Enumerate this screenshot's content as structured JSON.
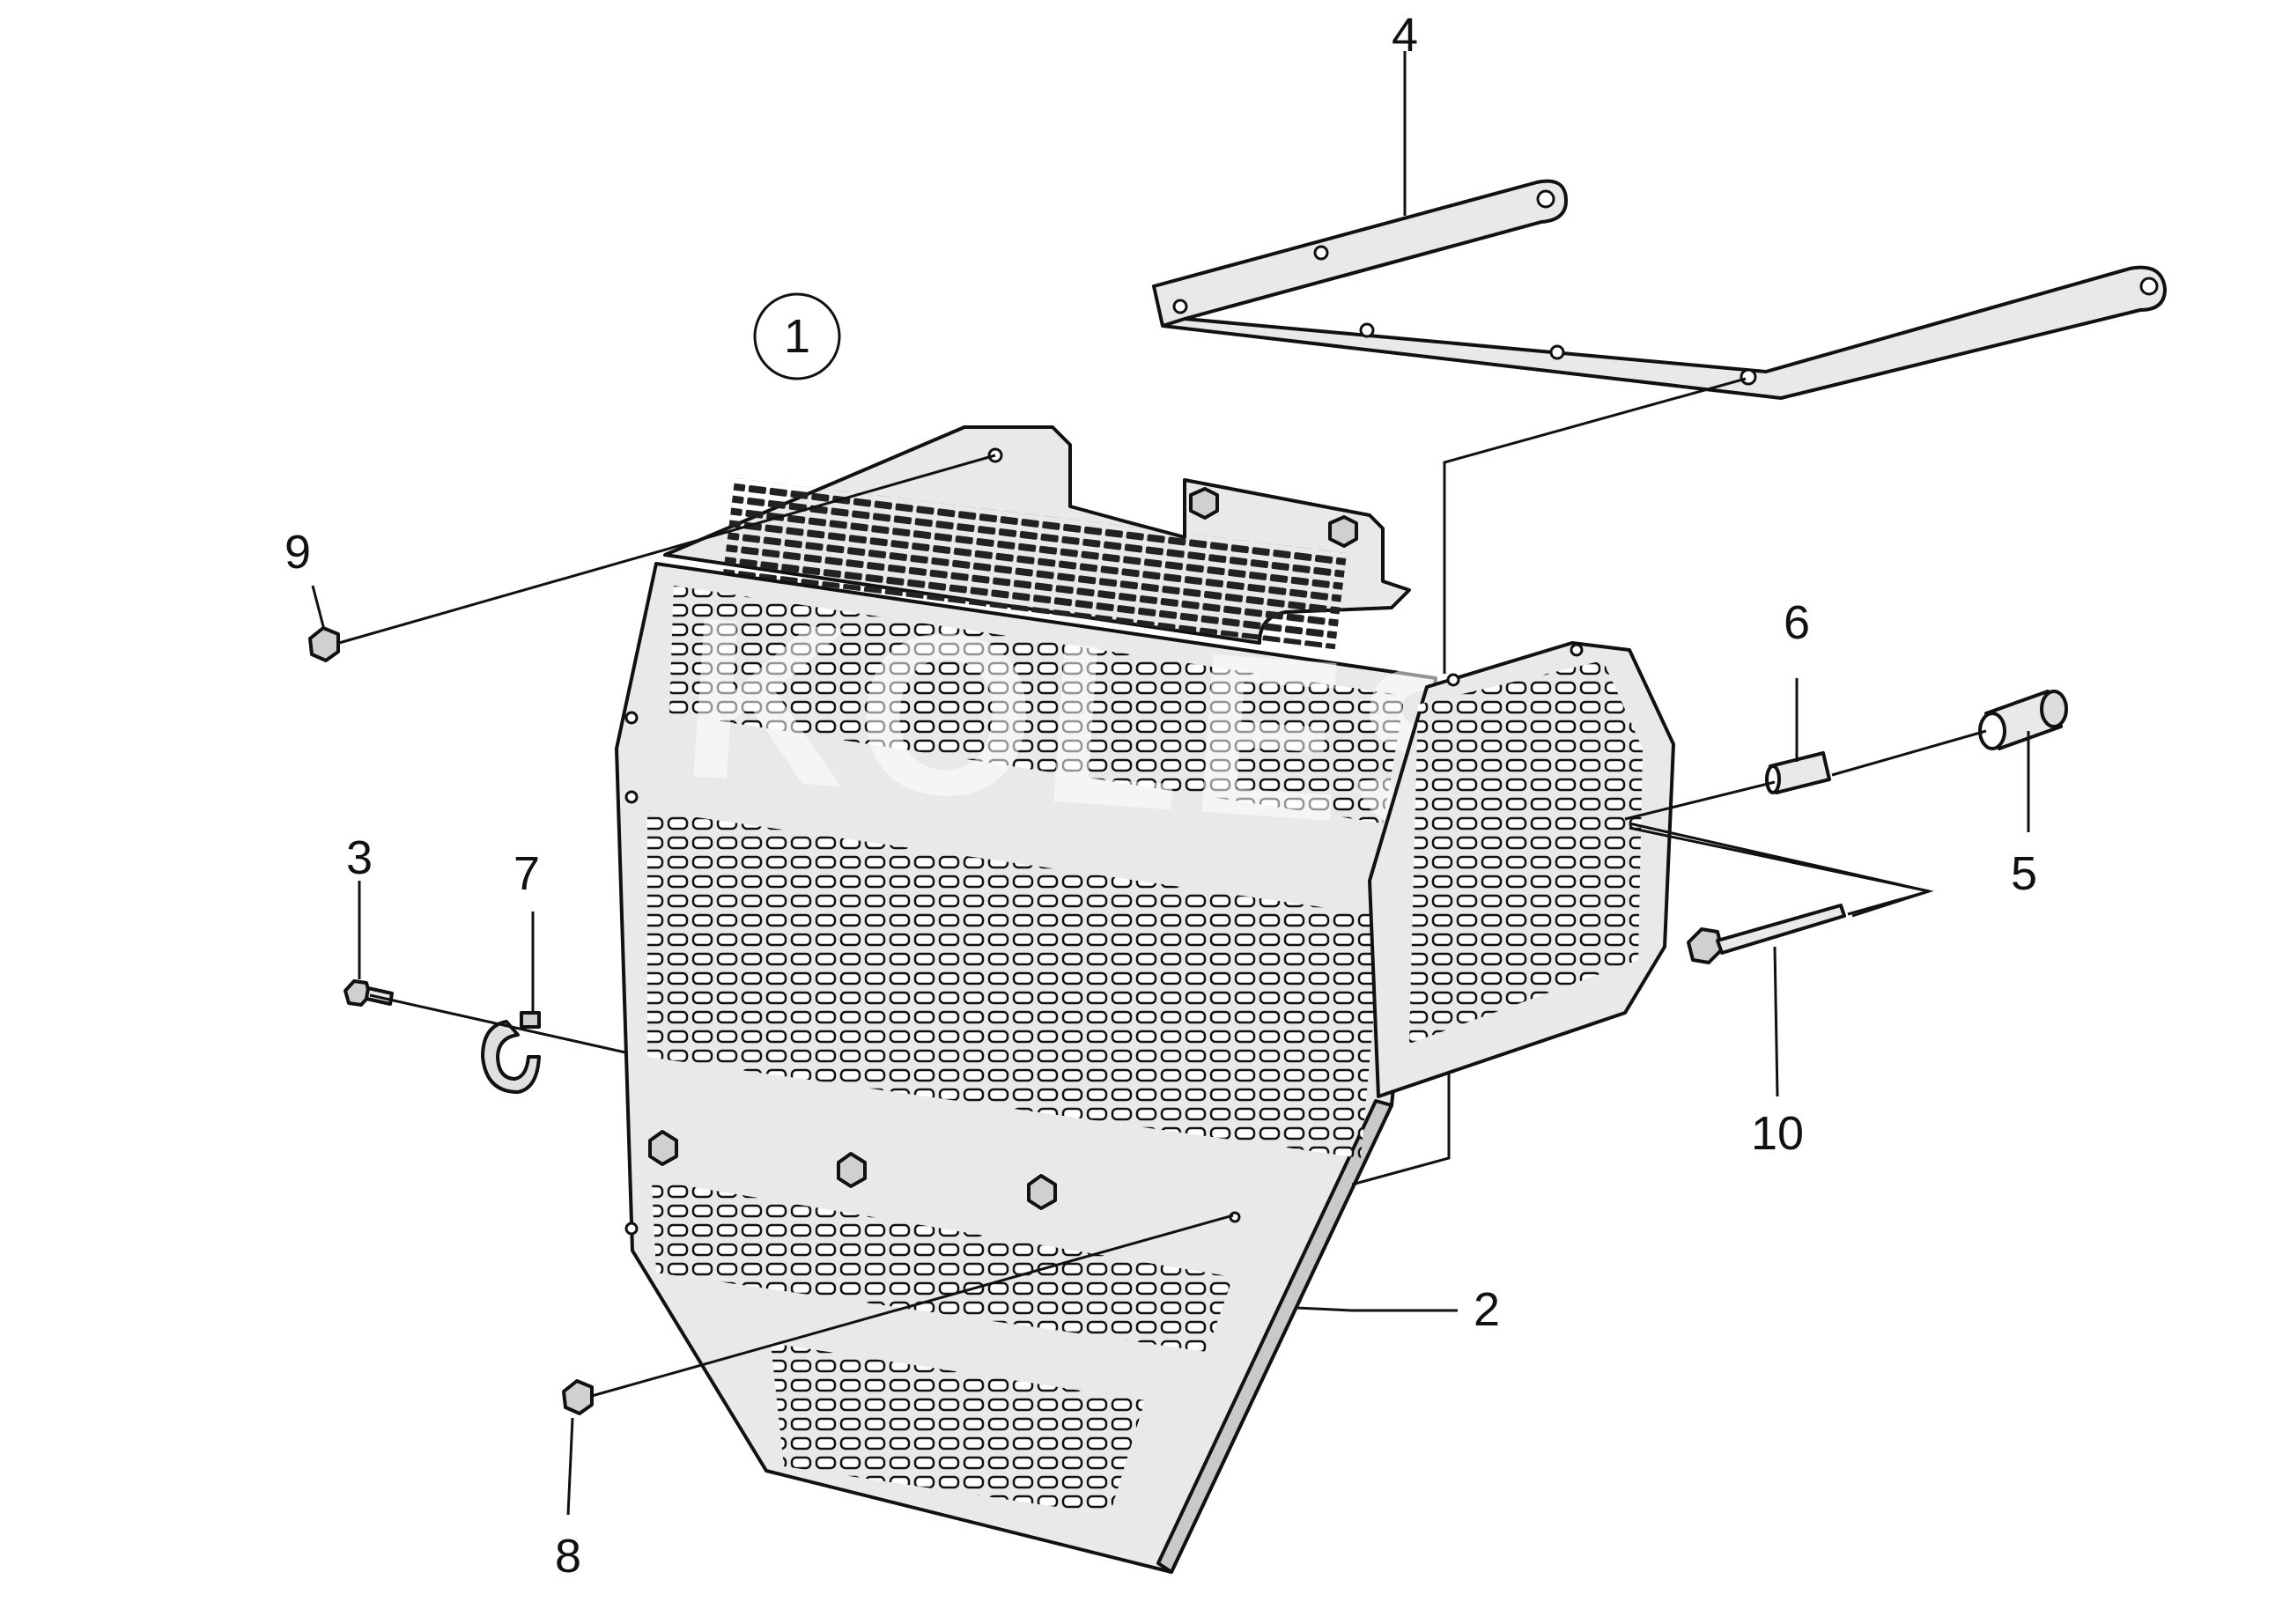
{
  "diagram": {
    "assembly_marker": "1",
    "callouts": [
      {
        "id": "callout-2",
        "label": "2"
      },
      {
        "id": "callout-3",
        "label": "3"
      },
      {
        "id": "callout-4",
        "label": "4"
      },
      {
        "id": "callout-5",
        "label": "5"
      },
      {
        "id": "callout-6",
        "label": "6"
      },
      {
        "id": "callout-7",
        "label": "7"
      },
      {
        "id": "callout-8",
        "label": "8"
      },
      {
        "id": "callout-9",
        "label": "9"
      },
      {
        "id": "callout-10",
        "label": "10"
      }
    ],
    "parts": {
      "guard": "perforated-guard-plate-icon",
      "bracket": "mounting-bracket-icon",
      "spacer": "spacer-sleeve-icon",
      "pin": "pin-icon",
      "bolt": "bolt-icon",
      "nut": "flange-nut-icon",
      "clip": "hose-clip-icon"
    },
    "colors": {
      "line": "#111111",
      "sheet": "#e9e9e9",
      "background": "#ffffff"
    }
  }
}
